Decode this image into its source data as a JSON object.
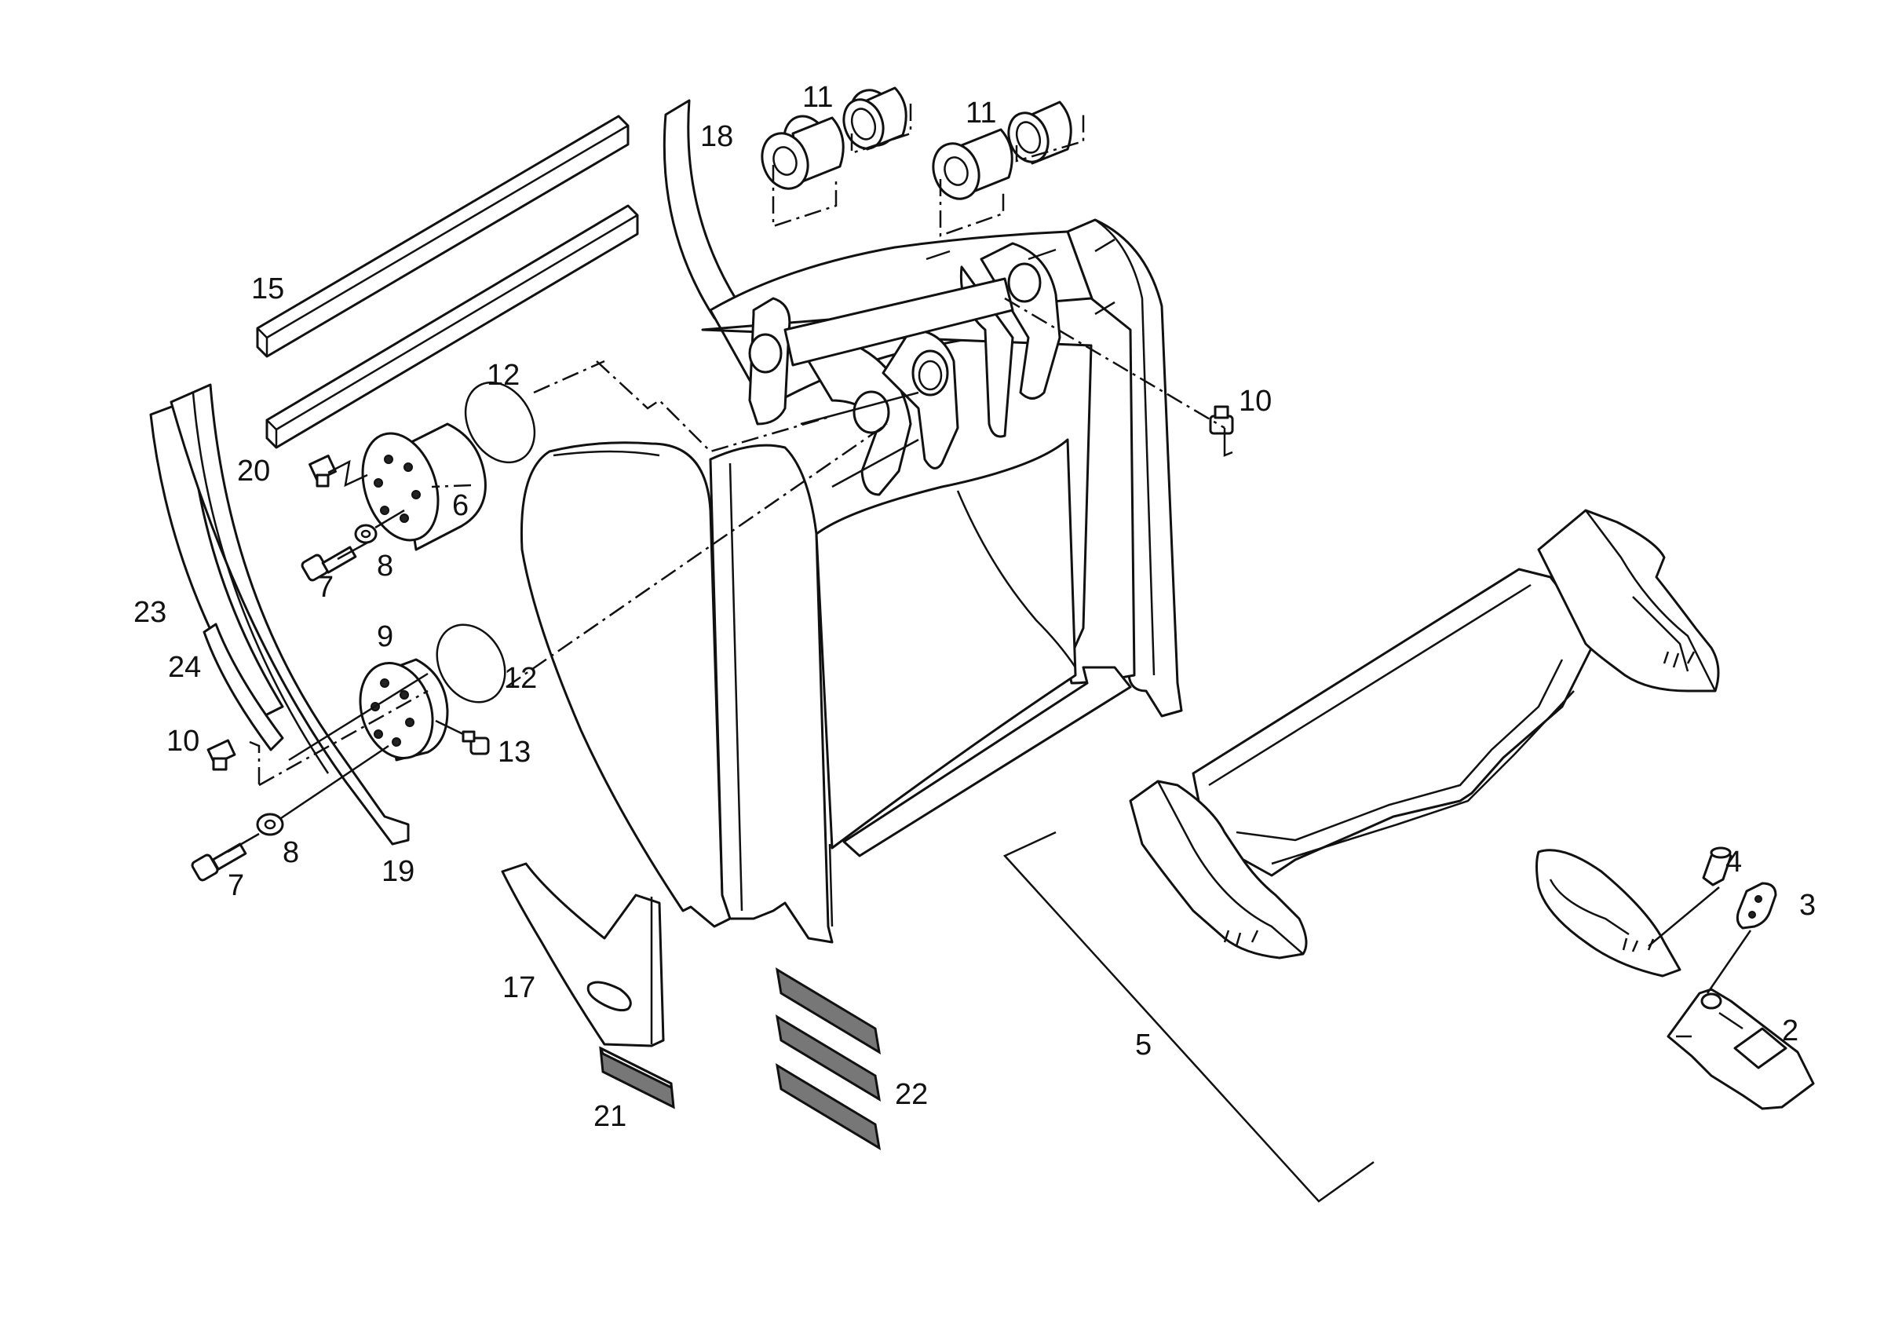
{
  "diagram": {
    "callouts": {
      "p2": "2",
      "p3": "3",
      "p4": "4",
      "p5": "5",
      "p6": "6",
      "p7a": "7",
      "p7b": "7",
      "p8a": "8",
      "p8b": "8",
      "p9": "9",
      "p10a": "10",
      "p10b": "10",
      "p11a": "11",
      "p11b": "11",
      "p12a": "12",
      "p12b": "12",
      "p13": "13",
      "p15": "15",
      "p17": "17",
      "p18": "18",
      "p19": "19",
      "p20": "20",
      "p21": "21",
      "p22": "22",
      "p23": "23",
      "p24": "24"
    }
  }
}
